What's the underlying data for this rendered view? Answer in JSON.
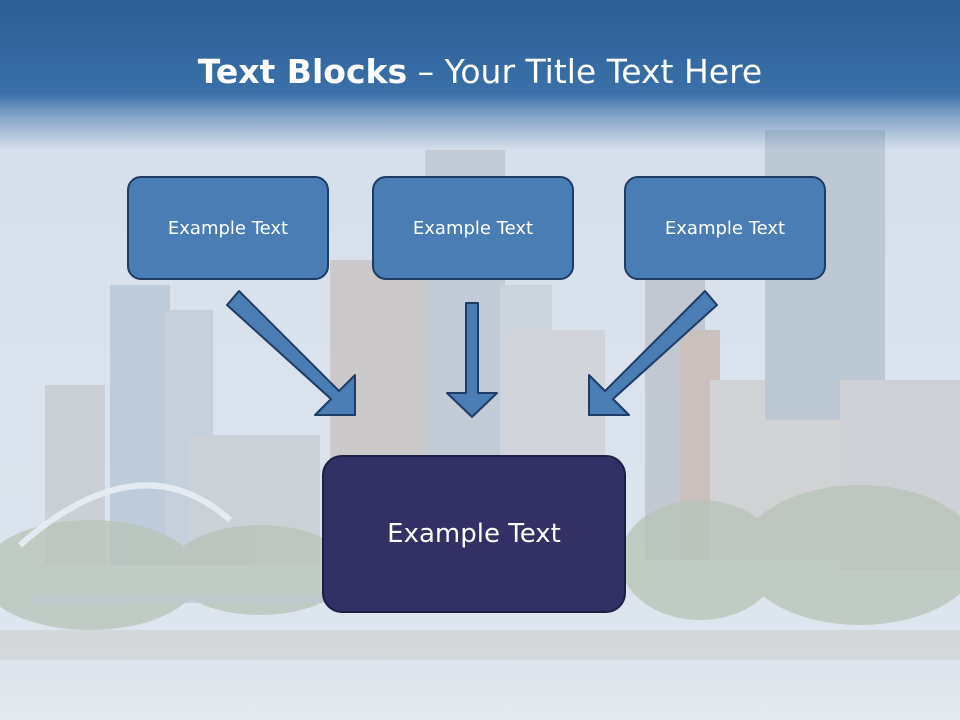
{
  "title": {
    "bold": "Text Blocks",
    "dash": " – ",
    "rest": "Your Title Text Here"
  },
  "boxes": {
    "top": [
      "Example Text",
      "Example Text",
      "Example Text"
    ],
    "main": "Example Text"
  },
  "colors": {
    "title_bar": "#2d5e95",
    "top_box": "#4a7db3",
    "top_box_border": "#1f3c66",
    "main_box": "#323064",
    "arrow": "#4a7db3",
    "arrow_border": "#1f3c66"
  }
}
